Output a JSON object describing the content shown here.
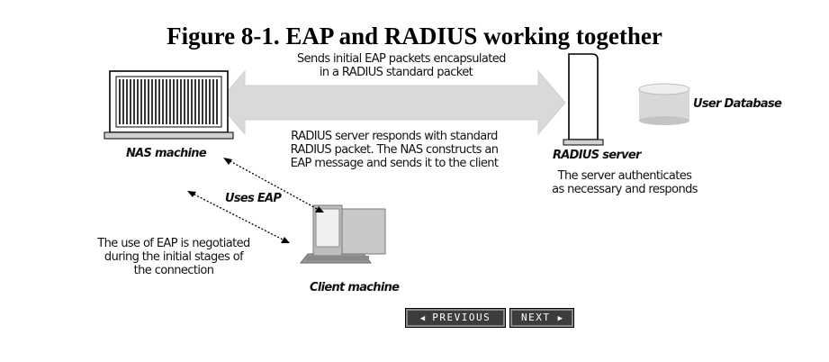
{
  "figure": {
    "title": "Figure 8-1. EAP and RADIUS working together"
  },
  "labels": {
    "top_message": [
      "Sends initial EAP packets encapsulated",
      "in a RADIUS standard packet"
    ],
    "response_message": [
      "RADIUS server responds with standard",
      "RADIUS packet. The NAS constructs an",
      "EAP message and sends it to the client"
    ],
    "nas_machine": "NAS machine",
    "radius_server": "RADIUS server",
    "user_database": "User Database",
    "server_note": [
      "The server authenticates",
      "as necessary and responds"
    ],
    "uses_eap": "Uses EAP",
    "negotiation_note": [
      "The use of EAP is negotiated",
      "during the initial stages of",
      "the connection"
    ],
    "client_machine": "Client machine"
  },
  "navigation": {
    "previous_label": "PREVIOUS",
    "next_label": "NEXT"
  },
  "icons": {
    "nas": "server-rack-icon",
    "radius": "tower-server-icon",
    "database": "database-icon",
    "client": "desktop-computer-icon"
  }
}
